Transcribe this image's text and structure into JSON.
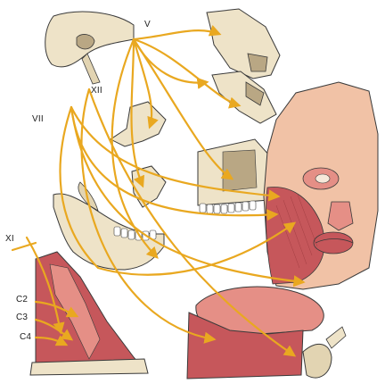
{
  "labels": {
    "v": "V",
    "xii": "XII",
    "vii": "VII",
    "xi": "XI",
    "c2": "C2",
    "c3": "C3",
    "c4": "C4"
  },
  "colors": {
    "nerve": "#e9a820",
    "bone": "#eee3c8",
    "bone_shadow": "#b9a784",
    "muscle": "#c6575b",
    "muscle_light": "#e58f86",
    "skin": "#f1c2a6",
    "outline": "#3a3a3a"
  }
}
